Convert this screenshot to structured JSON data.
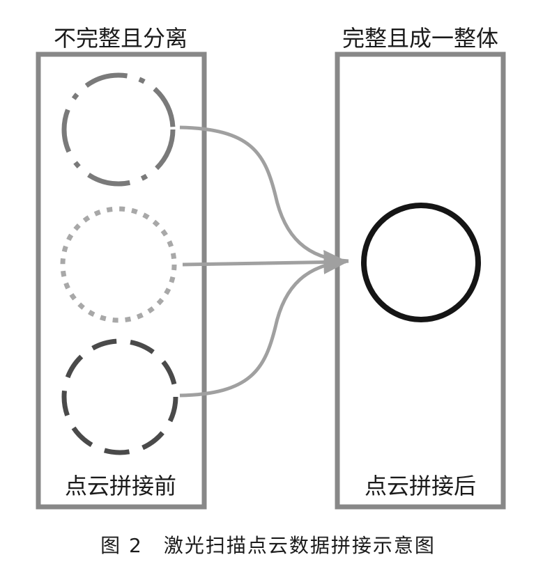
{
  "left_panel": {
    "title": "不完整且分离",
    "label": "点云拼接前"
  },
  "right_panel": {
    "title": "完整且成一整体",
    "label": "点云拼接后"
  },
  "caption": "图 2　激光扫描点云数据拼接示意图",
  "colors": {
    "frame": "#888888",
    "circle_dash_dot": "#7a7a7a",
    "circle_dotted": "#a8a8a8",
    "circle_dashed": "#4a4a4a",
    "merged_circle": "#151515",
    "connector": "#a0a0a0"
  }
}
